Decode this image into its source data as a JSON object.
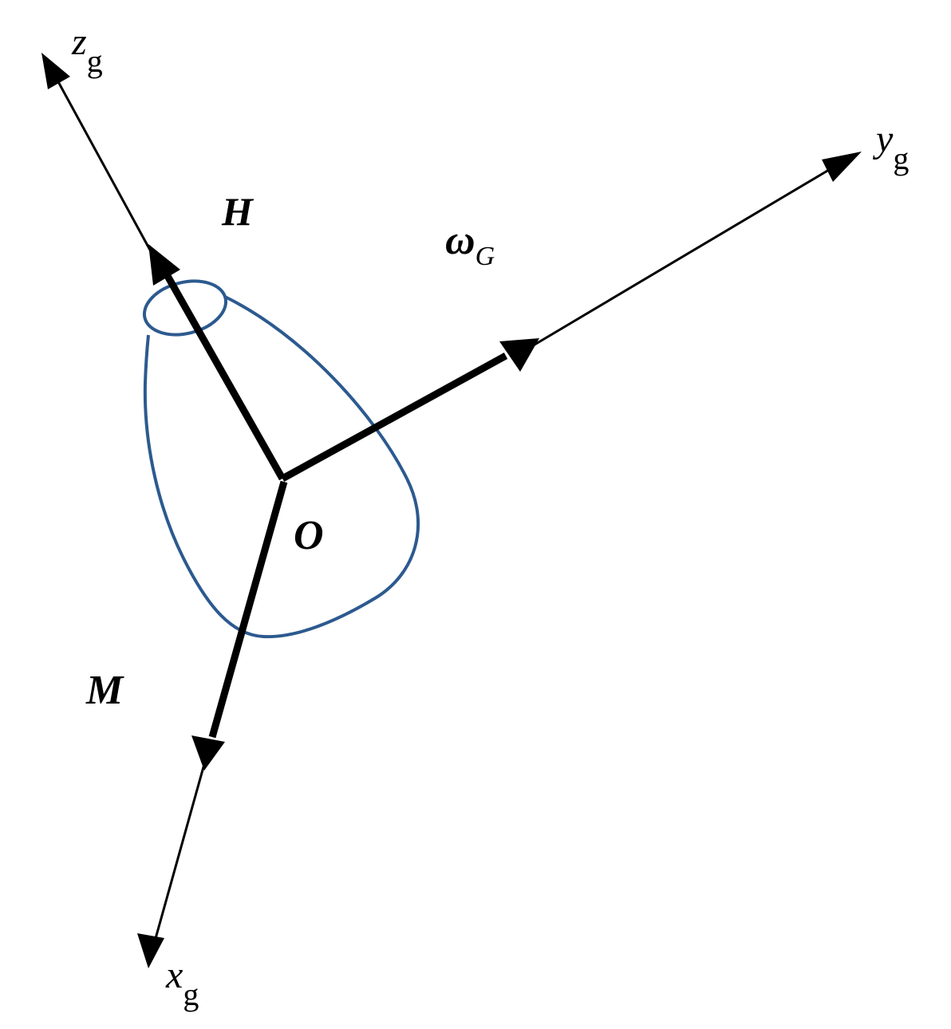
{
  "diagram": {
    "labels": {
      "z_axis": "z",
      "z_axis_sub": "g",
      "y_axis": "y",
      "y_axis_sub": "g",
      "x_axis": "x",
      "x_axis_sub": "g",
      "angular_momentum": "H",
      "angular_velocity": "ω",
      "angular_velocity_sub": "G",
      "moment": "M",
      "origin": "O"
    },
    "colors": {
      "outline": "#2c5a8f",
      "axes": "#000000"
    }
  }
}
